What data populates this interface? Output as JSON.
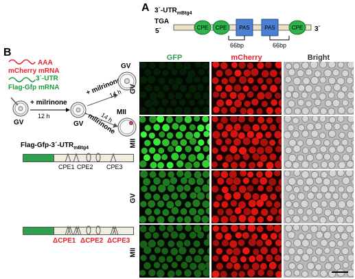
{
  "panel_a": {
    "letter": "A",
    "utr_prefix": "3´-UTR",
    "utr_sub": "mBtg4",
    "tga": "TGA",
    "five_prime": "5´",
    "three_prime": "3´",
    "elements": [
      "CPE",
      "CPE",
      "PAS",
      "PAS",
      "CPE"
    ],
    "spacer1": "66bp",
    "spacer2": "66bp"
  },
  "panel_b": {
    "letter": "B",
    "aaa": "AAA",
    "mcherry_mrna": "mCherry mRNA",
    "utr3": "3´-UTR",
    "flag_gfp_mrna": "Flag-Gfp mRNA",
    "plus_milrinone_1": "+ milrinone",
    "gv_1": "GV",
    "hours_12": "12 h",
    "gv_2": "GV",
    "plus_milrinone_2": "+ milrinone",
    "minus_milrinone": "- milrinone",
    "hours_14a": "14 h",
    "hours_14b": "14 h",
    "gv_3": "GV",
    "mii": "MII",
    "construct_title": "Flag-Gfp-3´-UTR",
    "construct_sub": "mBtg4",
    "cpe_labels": [
      "CPE1",
      "CPE2",
      "CPE3"
    ],
    "delta_labels": [
      "ΔCPE1",
      "ΔCPE2",
      "ΔCPE3"
    ]
  },
  "grid": {
    "columns": [
      "GFP",
      "mCherry",
      "Bright"
    ],
    "rows": [
      "GV",
      "MII",
      "GV",
      "MII"
    ]
  },
  "colors": {
    "gfp_green": "#2ca24e",
    "cpe_green": "#2db34a",
    "pas_blue": "#4d7fd1",
    "red_label": "#e8202a"
  }
}
